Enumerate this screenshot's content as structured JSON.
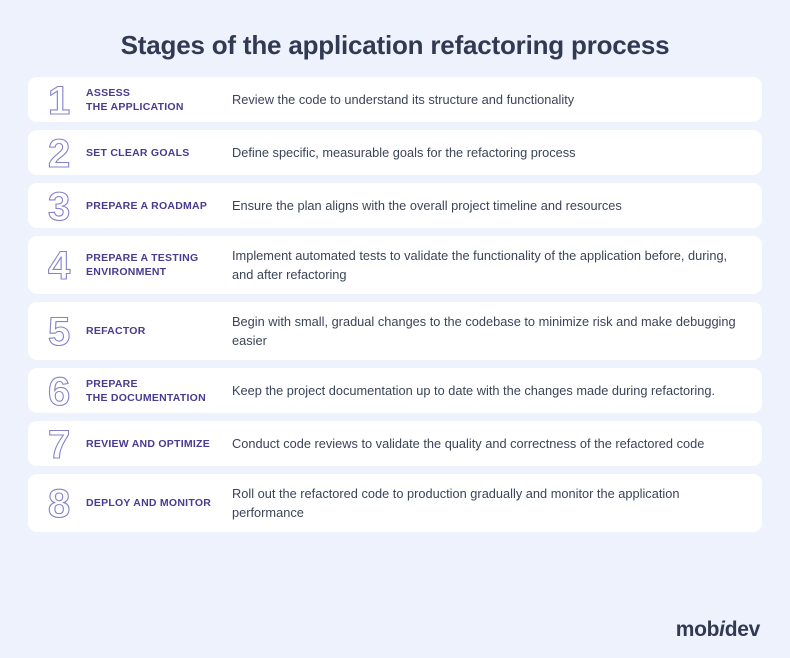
{
  "page": {
    "title": "Stages of the application refactoring process",
    "background_color": "#eef2fc",
    "card_color": "#ffffff",
    "title_color": "#313a52",
    "label_color": "#473c8f",
    "number_stroke_color": "#8582cc",
    "description_color": "#3b4458"
  },
  "steps": [
    {
      "number": "1",
      "label": "ASSESS\nTHE APPLICATION",
      "label_line1": "ASSESS",
      "label_line2": "THE APPLICATION",
      "description": "Review the code to understand its structure and functionality"
    },
    {
      "number": "2",
      "label": "SET CLEAR GOALS",
      "label_line1": "SET CLEAR GOALS",
      "label_line2": "",
      "description": "Define specific, measurable goals for the refactoring process"
    },
    {
      "number": "3",
      "label": "PREPARE A ROADMAP",
      "label_line1": "PREPARE A ROADMAP",
      "label_line2": "",
      "description": "Ensure the plan aligns with the overall project timeline and resources"
    },
    {
      "number": "4",
      "label": "PREPARE A TESTING\nENVIRONMENT",
      "label_line1": "PREPARE A TESTING",
      "label_line2": "ENVIRONMENT",
      "description": "Implement automated tests to validate the functionality of the application before, during, and after refactoring"
    },
    {
      "number": "5",
      "label": "REFACTOR",
      "label_line1": "REFACTOR",
      "label_line2": "",
      "description": "Begin with small, gradual changes to the codebase to minimize risk and make debugging easier"
    },
    {
      "number": "6",
      "label": "PREPARE\nTHE DOCUMENTATION",
      "label_line1": "PREPARE",
      "label_line2": "THE DOCUMENTATION",
      "description": "Keep the project documentation up to date with the changes made during refactoring."
    },
    {
      "number": "7",
      "label": "REVIEW AND OPTIMIZE",
      "label_line1": "REVIEW AND OPTIMIZE",
      "label_line2": "",
      "description": "Conduct code reviews to validate the quality and correctness of the refactored code"
    },
    {
      "number": "8",
      "label": "DEPLOY AND MONITOR",
      "label_line1": "DEPLOY AND MONITOR",
      "label_line2": "",
      "description": "Roll out the refactored code to production gradually and monitor the application performance"
    }
  ],
  "footer": {
    "logo_part1": "mob",
    "logo_part2": "i",
    "logo_part3": "dev"
  }
}
